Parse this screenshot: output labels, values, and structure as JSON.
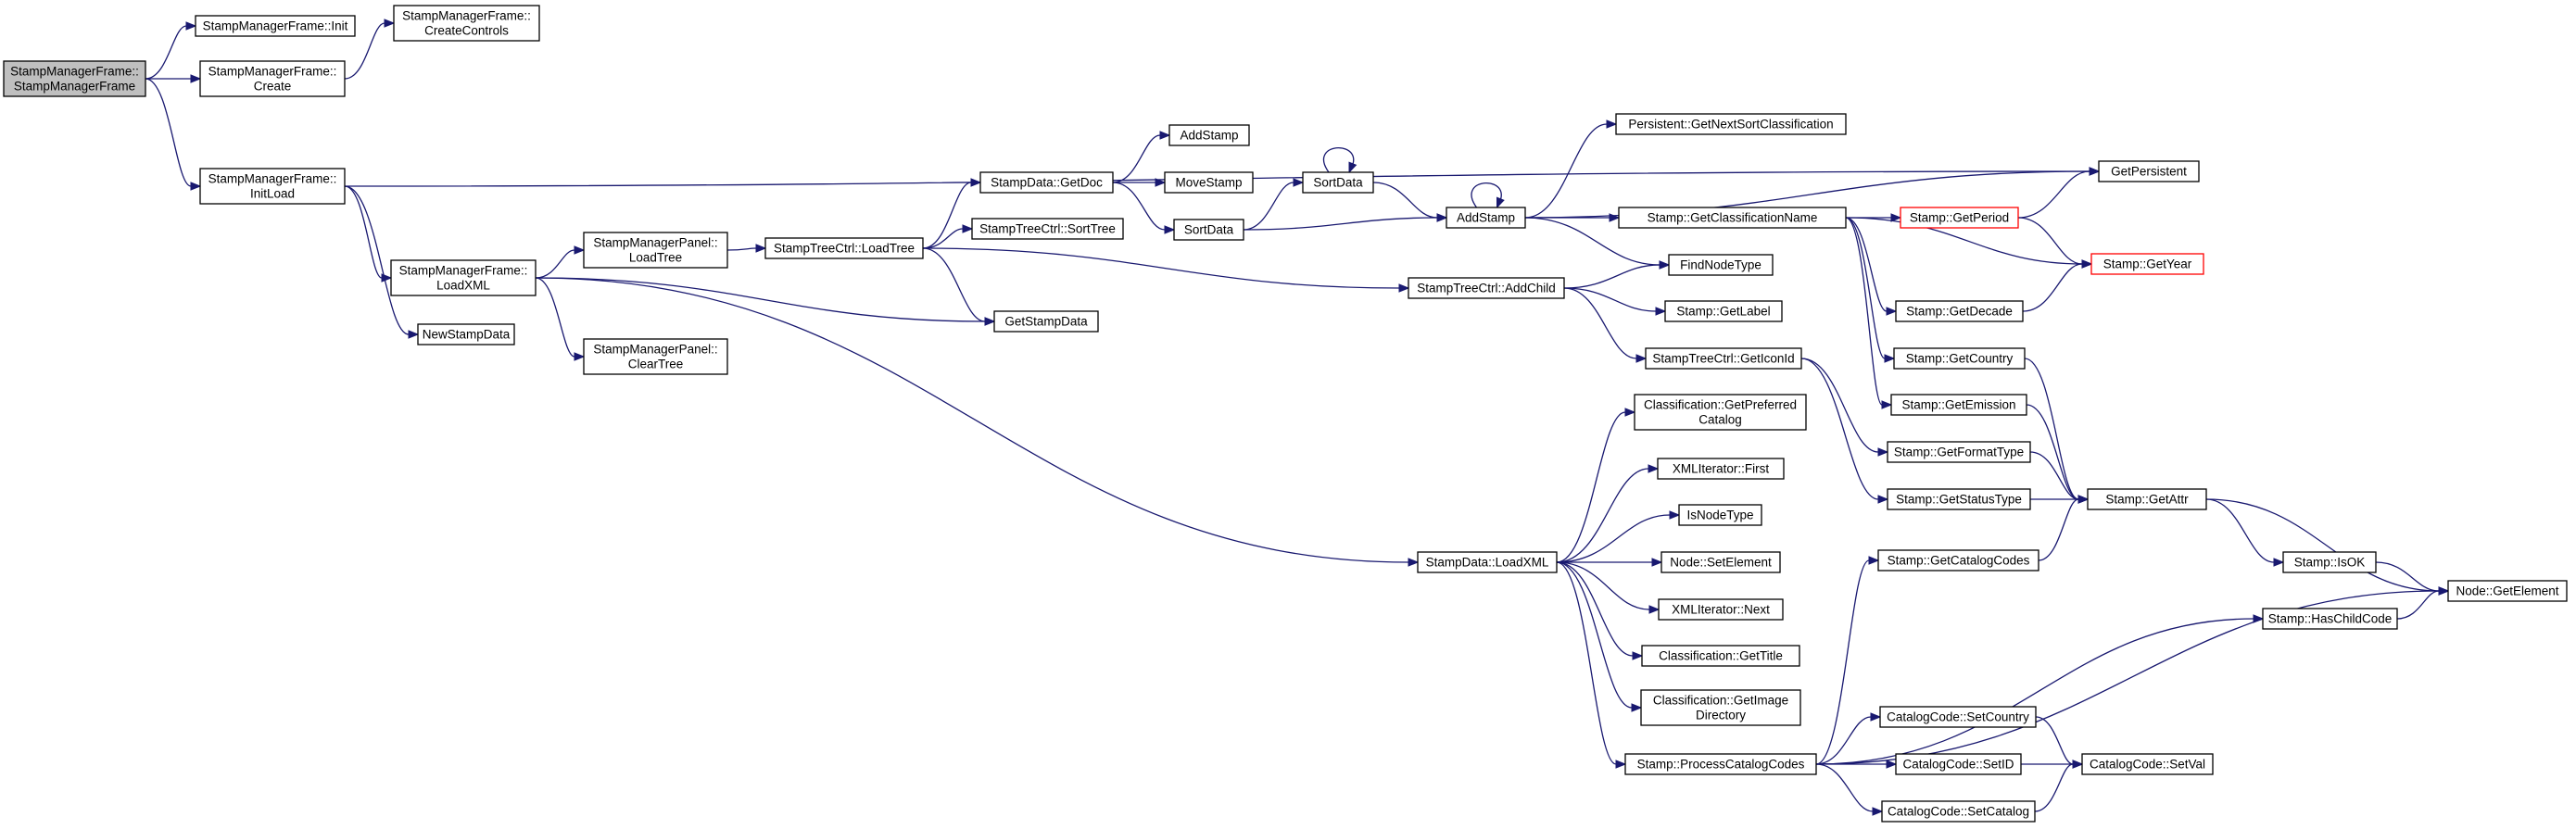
{
  "colors": {
    "edge": "#191970",
    "root_fill": "#bfbfbf",
    "node_border": "#000000",
    "highlight_border": "#ff0000"
  },
  "nodes": {
    "smf_ctor": [
      "StampManagerFrame::",
      "StampManagerFrame"
    ],
    "smf_init": [
      "StampManagerFrame::Init"
    ],
    "smf_createcontrols": [
      "StampManagerFrame::",
      "CreateControls"
    ],
    "smf_create": [
      "StampManagerFrame::",
      "Create"
    ],
    "smf_initload": [
      "StampManagerFrame::",
      "InitLoad"
    ],
    "smf_loadxml": [
      "StampManagerFrame::",
      "LoadXML"
    ],
    "newstampdata": [
      "NewStampData"
    ],
    "smp_loadtree": [
      "StampManagerPanel::",
      "LoadTree"
    ],
    "smp_cleartree": [
      "StampManagerPanel::",
      "ClearTree"
    ],
    "stc_loadtree": [
      "StampTreeCtrl::LoadTree"
    ],
    "sd_getdoc": [
      "StampData::GetDoc"
    ],
    "stc_sorttree": [
      "StampTreeCtrl::SortTree"
    ],
    "addstamp_leaf": [
      "AddStamp"
    ],
    "movestamp": [
      "MoveStamp"
    ],
    "sortdata1": [
      "SortData"
    ],
    "sortdata2": [
      "SortData"
    ],
    "getstampdata": [
      "GetStampData"
    ],
    "addstamp": [
      "AddStamp"
    ],
    "persistent_gnsc": [
      "Persistent::GetNextSortClassification"
    ],
    "getpersistent": [
      "GetPersistent"
    ],
    "stamp_getclassname": [
      "Stamp::GetClassificationName"
    ],
    "stamp_getperiod": [
      "Stamp::GetPeriod"
    ],
    "stamp_getyear": [
      "Stamp::GetYear"
    ],
    "findnodetype": [
      "FindNodeType"
    ],
    "stc_addchild": [
      "StampTreeCtrl::AddChild"
    ],
    "stamp_getlabel": [
      "Stamp::GetLabel"
    ],
    "stamp_getdecade": [
      "Stamp::GetDecade"
    ],
    "stc_geticonid": [
      "StampTreeCtrl::GetIconId"
    ],
    "stamp_getcountry": [
      "Stamp::GetCountry"
    ],
    "stamp_getemission": [
      "Stamp::GetEmission"
    ],
    "stamp_getformattype": [
      "Stamp::GetFormatType"
    ],
    "stamp_getstatustype": [
      "Stamp::GetStatusType"
    ],
    "stamp_getattr": [
      "Stamp::GetAttr"
    ],
    "class_getprefcat": [
      "Classification::GetPreferred",
      "Catalog"
    ],
    "xmlit_first": [
      "XMLIterator::First"
    ],
    "isnodetype": [
      "IsNodeType"
    ],
    "node_setelement": [
      "Node::SetElement"
    ],
    "sd_loadxml": [
      "StampData::LoadXML"
    ],
    "xmlit_next": [
      "XMLIterator::Next"
    ],
    "class_gettitle": [
      "Classification::GetTitle"
    ],
    "class_getimagedir": [
      "Classification::GetImage",
      "Directory"
    ],
    "stamp_processcat": [
      "Stamp::ProcessCatalogCodes"
    ],
    "stamp_getcatcodes": [
      "Stamp::GetCatalogCodes"
    ],
    "stamp_isok": [
      "Stamp::IsOK"
    ],
    "node_getelement": [
      "Node::GetElement"
    ],
    "stamp_haschildcode": [
      "Stamp::HasChildCode"
    ],
    "cc_setcountry": [
      "CatalogCode::SetCountry"
    ],
    "cc_setid": [
      "CatalogCode::SetID"
    ],
    "cc_setval": [
      "CatalogCode::SetVal"
    ],
    "cc_setcatalog": [
      "CatalogCode::SetCatalog"
    ]
  },
  "edges": [
    [
      "smf_ctor",
      "smf_init"
    ],
    [
      "smf_ctor",
      "smf_create"
    ],
    [
      "smf_ctor",
      "smf_initload"
    ],
    [
      "smf_create",
      "smf_createcontrols"
    ],
    [
      "smf_initload",
      "getpersistent"
    ],
    [
      "smf_initload",
      "smf_loadxml"
    ],
    [
      "smf_initload",
      "newstampdata"
    ],
    [
      "smf_loadxml",
      "smp_loadtree"
    ],
    [
      "smf_loadxml",
      "smp_cleartree"
    ],
    [
      "smf_loadxml",
      "getstampdata"
    ],
    [
      "smf_loadxml",
      "sd_loadxml"
    ],
    [
      "smp_loadtree",
      "stc_loadtree"
    ],
    [
      "stc_loadtree",
      "sd_getdoc"
    ],
    [
      "stc_loadtree",
      "stc_sorttree"
    ],
    [
      "stc_loadtree",
      "getstampdata"
    ],
    [
      "stc_loadtree",
      "stc_addchild"
    ],
    [
      "sd_getdoc",
      "addstamp_leaf"
    ],
    [
      "sd_getdoc",
      "movestamp"
    ],
    [
      "sd_getdoc",
      "sortdata2"
    ],
    [
      "sortdata2",
      "sortdata1"
    ],
    [
      "sortdata2",
      "addstamp"
    ],
    [
      "sortdata1",
      "sortdata1"
    ],
    [
      "sortdata1",
      "addstamp"
    ],
    [
      "addstamp",
      "addstamp"
    ],
    [
      "addstamp",
      "persistent_gnsc"
    ],
    [
      "addstamp",
      "getpersistent"
    ],
    [
      "addstamp",
      "stamp_getclassname"
    ],
    [
      "addstamp",
      "findnodetype"
    ],
    [
      "stamp_getclassname",
      "stamp_getperiod"
    ],
    [
      "stamp_getclassname",
      "stamp_getyear"
    ],
    [
      "stamp_getclassname",
      "stamp_getdecade"
    ],
    [
      "stamp_getclassname",
      "stamp_getcountry"
    ],
    [
      "stamp_getclassname",
      "stamp_getemission"
    ],
    [
      "stamp_getperiod",
      "getpersistent"
    ],
    [
      "stamp_getperiod",
      "stamp_getyear"
    ],
    [
      "stamp_getdecade",
      "stamp_getyear"
    ],
    [
      "stc_addchild",
      "findnodetype"
    ],
    [
      "stc_addchild",
      "stamp_getlabel"
    ],
    [
      "stc_addchild",
      "stc_geticonid"
    ],
    [
      "stc_geticonid",
      "stamp_getformattype"
    ],
    [
      "stc_geticonid",
      "stamp_getstatustype"
    ],
    [
      "stamp_getcountry",
      "stamp_getattr"
    ],
    [
      "stamp_getemission",
      "stamp_getattr"
    ],
    [
      "stamp_getformattype",
      "stamp_getattr"
    ],
    [
      "stamp_getstatustype",
      "stamp_getattr"
    ],
    [
      "stamp_getattr",
      "stamp_isok"
    ],
    [
      "stamp_getattr",
      "node_getelement"
    ],
    [
      "stamp_isok",
      "node_getelement"
    ],
    [
      "sd_loadxml",
      "class_getprefcat"
    ],
    [
      "sd_loadxml",
      "xmlit_first"
    ],
    [
      "sd_loadxml",
      "isnodetype"
    ],
    [
      "sd_loadxml",
      "node_setelement"
    ],
    [
      "sd_loadxml",
      "xmlit_next"
    ],
    [
      "sd_loadxml",
      "class_gettitle"
    ],
    [
      "sd_loadxml",
      "class_getimagedir"
    ],
    [
      "sd_loadxml",
      "stamp_processcat"
    ],
    [
      "stamp_processcat",
      "stamp_getcatcodes"
    ],
    [
      "stamp_processcat",
      "stamp_haschildcode"
    ],
    [
      "stamp_processcat",
      "node_getelement"
    ],
    [
      "stamp_processcat",
      "cc_setcountry"
    ],
    [
      "stamp_processcat",
      "cc_setid"
    ],
    [
      "stamp_processcat",
      "cc_setcatalog"
    ],
    [
      "stamp_getcatcodes",
      "stamp_getattr"
    ],
    [
      "stamp_haschildcode",
      "node_getelement"
    ],
    [
      "cc_setcountry",
      "cc_setval"
    ],
    [
      "cc_setid",
      "cc_setval"
    ],
    [
      "cc_setcatalog",
      "cc_setval"
    ]
  ]
}
